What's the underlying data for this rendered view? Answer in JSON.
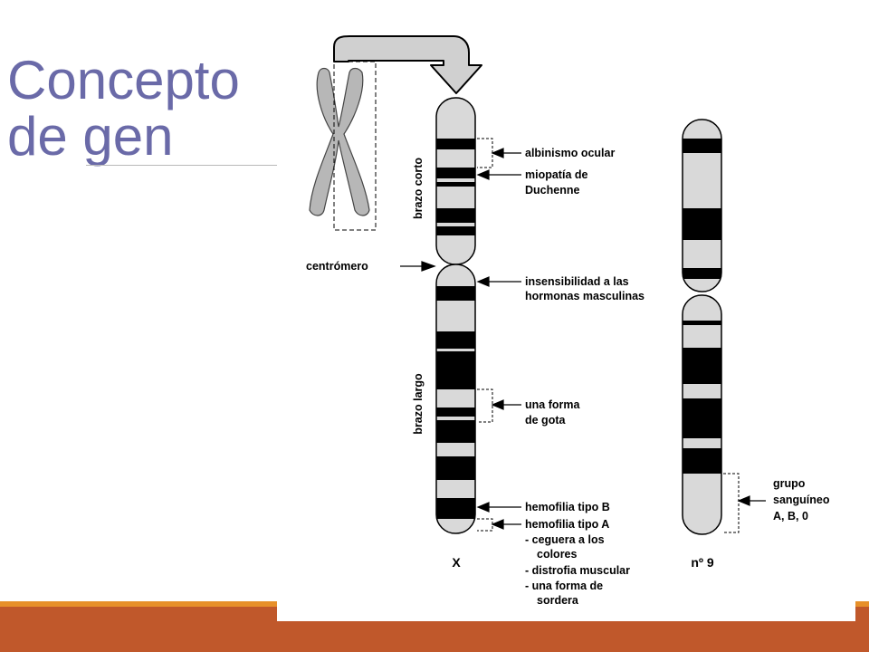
{
  "slide": {
    "title_line1": "Concepto",
    "title_line2": "de gen"
  },
  "figure": {
    "x_chromosome": {
      "name": "X",
      "short_arm_label": "brazo corto",
      "long_arm_label": "brazo largo",
      "centromere_label": "centrómero"
    },
    "chromosome_9": {
      "name": "nº 9"
    },
    "gene_labels": {
      "albinismo_line1": "albinismo ocular",
      "miopatia_line1": "miopatía de",
      "miopatia_line2": "Duchenne",
      "insensibilidad_line1": "insensibilidad a las",
      "insensibilidad_line2": "hormonas masculinas",
      "gota_line1": "una forma",
      "gota_line2": "de gota",
      "hemofilia_b": "hemofilia tipo B",
      "hemofilia_a": "hemofilia tipo A",
      "ceguera_line1": "-  ceguera a los",
      "ceguera_line2": "colores",
      "distrofia": "-  distrofia muscular",
      "sordera_line1": "-  una forma de",
      "sordera_line2": "sordera",
      "grupo_line1": "grupo",
      "grupo_line2": "sanguíneo",
      "grupo_line3": "A, B, 0"
    }
  },
  "colors": {
    "title": "#6a6aa8",
    "footer": "#c0582b",
    "footer_stripe": "#e7902a",
    "chromosome_fill": "#d9d9d9",
    "band": "#000000"
  }
}
